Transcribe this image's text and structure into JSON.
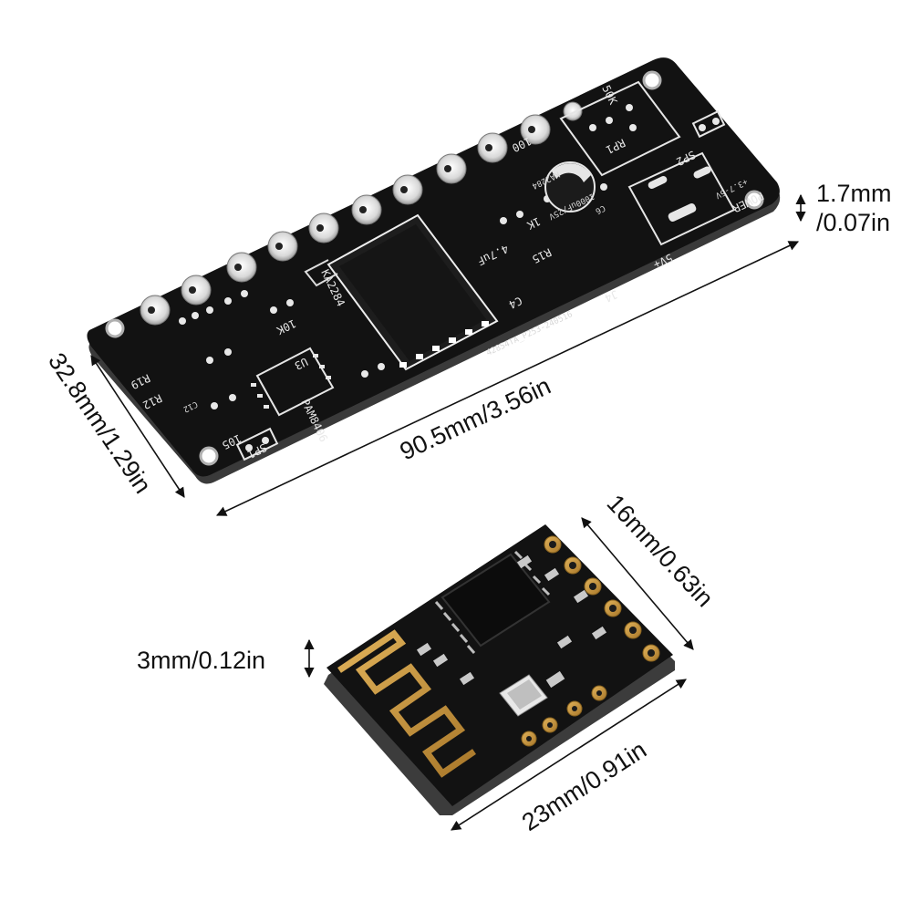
{
  "dimensions": {
    "main_length": "90.5mm/3.56in",
    "main_width": "32.8mm/1.29in",
    "main_thickness_line1": "1.7mm",
    "main_thickness_line2": "/0.07in",
    "module_width": "16mm/0.63in",
    "module_length": "23mm/0.91in",
    "module_thickness": "3mm/0.12in"
  },
  "silkscreen": {
    "pot": "50K",
    "pot_ref": "RP1",
    "speaker_right": "SP2",
    "power": "POWER",
    "power_volt": "+3.7-5V",
    "cap_ref": "C6",
    "cap_value": "1000uF/25V",
    "ic_amp": "KA2284",
    "ic_amp_left": "KA2284",
    "r100": "100",
    "r1k": "1K",
    "r10k": "10K",
    "c_47uf": "4.7uF",
    "r15": "R15",
    "c4": "C4",
    "j4": "J4",
    "v5": "5V+",
    "r19": "R19",
    "r12": "R12",
    "c12": "C12",
    "c105": "105",
    "u3": "U3",
    "chip": "PAM8406",
    "speaker_left": "SP1",
    "board_code": "42854TA_P253-240516"
  },
  "colors": {
    "pcb": "#121212",
    "pcb_edge": "#3a3a3a",
    "silk": "#e6e6e6",
    "gold": "#c8943a",
    "dimension_line": "#111111"
  }
}
